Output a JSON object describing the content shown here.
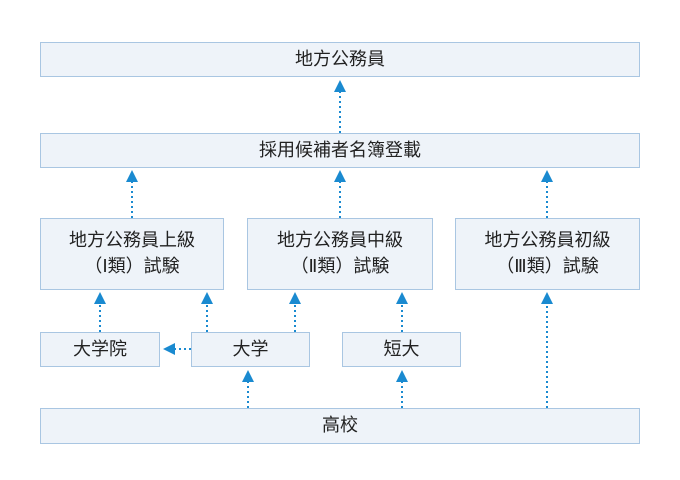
{
  "colors": {
    "box_fill": "#eef3f9",
    "box_border": "#a9c6e2",
    "arrow": "#1a8ad0",
    "text": "#222222"
  },
  "nodes": {
    "chihou_koumuin": "地方公務員",
    "meibo": "採用候補者名簿登載",
    "exam1": {
      "line1": "地方公務員上級",
      "line2": "（Ⅰ類）試験"
    },
    "exam2": {
      "line1": "地方公務員中級",
      "line2": "（Ⅱ類）試験"
    },
    "exam3": {
      "line1": "地方公務員初級",
      "line2": "（Ⅲ類）試験"
    },
    "graduate_school": "大学院",
    "university": "大学",
    "junior_college": "短大",
    "high_school": "高校"
  }
}
